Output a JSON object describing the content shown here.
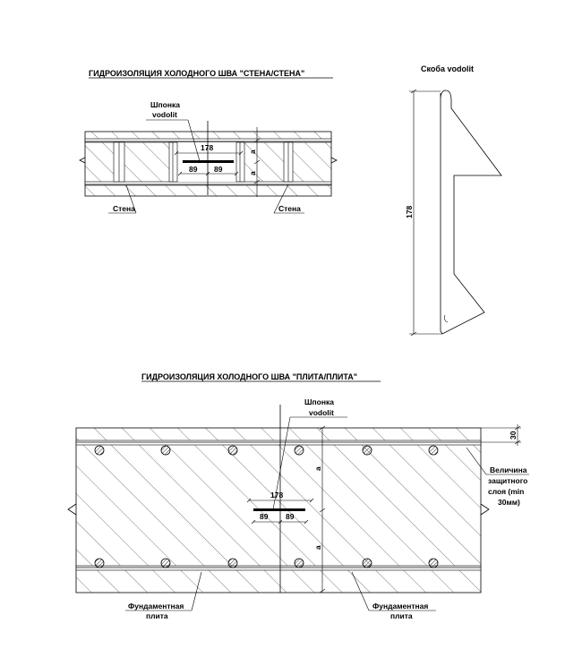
{
  "top": {
    "title": "ГИДРОИЗОЛЯЦИЯ ХОЛОДНОГО ШВА \"СТЕНА/СТЕНА\"",
    "key_label_1": "Шпонка",
    "key_label_2": "vodolit",
    "dim_total": "178",
    "dim_left": "89",
    "dim_right": "89",
    "dim_a_top": "a",
    "dim_a_bottom": "a",
    "wall_left": "Стена",
    "wall_right": "Стена"
  },
  "bracket": {
    "title": "Скоба vodolit",
    "dim_height": "178"
  },
  "bottom": {
    "title": "ГИДРОИЗОЛЯЦИЯ ХОЛОДНОГО ШВА \"ПЛИТА/ПЛИТА\"",
    "key_label_1": "Шпонка",
    "key_label_2": "vodolit",
    "dim_total": "178",
    "dim_left": "89",
    "dim_right": "89",
    "dim_a_top": "a",
    "dim_a_bottom": "a",
    "dim_cover": "30",
    "cover_note_1": "Величина",
    "cover_note_2": "защитного",
    "cover_note_3": "слоя (min",
    "cover_note_4": "30мм)",
    "slab_left_1": "Фундаментная",
    "slab_left_2": "плита",
    "slab_right_1": "Фундаментная",
    "slab_right_2": "плита"
  }
}
